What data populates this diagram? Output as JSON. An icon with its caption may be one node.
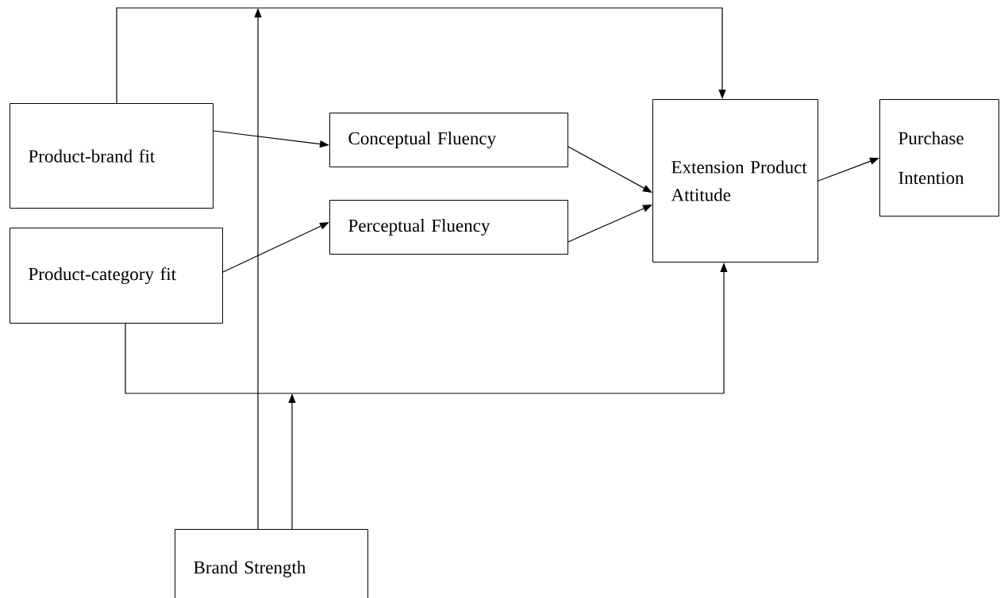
{
  "diagram": {
    "nodes": [
      {
        "text": [
          "Product-brand fit"
        ]
      },
      {
        "text": [
          "Conceptual Fluency"
        ]
      },
      {
        "text": [
          "Product-category fit"
        ]
      },
      {
        "text": [
          "Perceptual Fluency"
        ]
      },
      {
        "text": [
          "Extension Product Attitude"
        ]
      },
      {
        "text": [
          "Purchase Intention"
        ]
      },
      {
        "text": [
          "Brand Strength"
        ]
      }
    ],
    "edges": [
      {
        "from": 0,
        "to": 1,
        "arrow": "to"
      },
      {
        "from": 2,
        "to": 3,
        "arrow": "to"
      },
      {
        "from": 1,
        "to": 4,
        "arrow": "to"
      },
      {
        "from": 3,
        "to": 4,
        "arrow": "to"
      },
      {
        "from": 4,
        "to": 5,
        "arrow": "to"
      },
      {
        "from": 0,
        "to": 4,
        "arrow": "to"
      },
      {
        "from": 2,
        "to": 4,
        "arrow": "to"
      },
      {
        "from": 6,
        "to": null,
        "arrow": "to"
      },
      {
        "from": 6,
        "to": null,
        "arrow": "to"
      }
    ]
  }
}
